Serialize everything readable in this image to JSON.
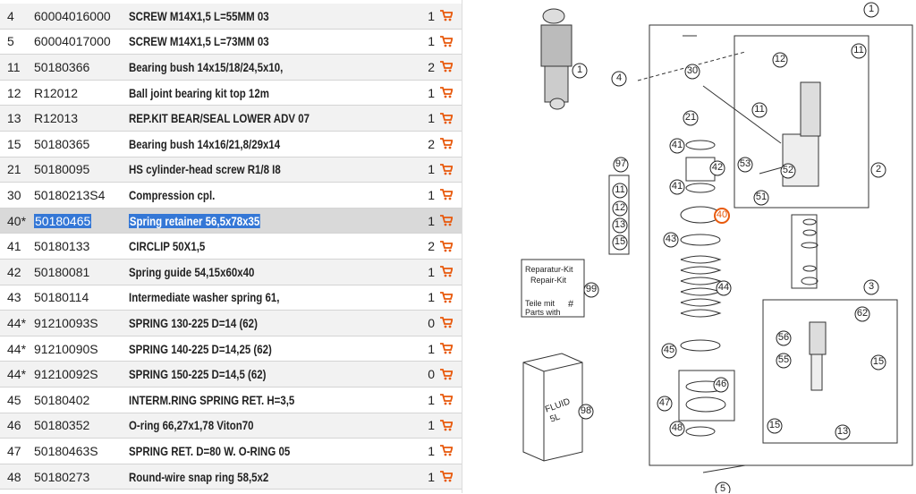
{
  "parts_table": {
    "rows": [
      {
        "pos": "4",
        "part_number": "60004016000",
        "description": "SCREW M14X1,5 L=55MM 03",
        "qty": "1"
      },
      {
        "pos": "5",
        "part_number": "60004017000",
        "description": "SCREW M14X1,5 L=73MM 03",
        "qty": "1"
      },
      {
        "pos": "11",
        "part_number": "50180366",
        "description": "Bearing bush 14x15/18/24,5x10,",
        "qty": "2"
      },
      {
        "pos": "12",
        "part_number": "R12012",
        "description": "Ball joint bearing kit top 12m",
        "qty": "1"
      },
      {
        "pos": "13",
        "part_number": "R12013",
        "description": "REP.KIT BEAR/SEAL LOWER ADV 07",
        "qty": "1"
      },
      {
        "pos": "15",
        "part_number": "50180365",
        "description": "Bearing bush 14x16/21,8/29x14",
        "qty": "2"
      },
      {
        "pos": "21",
        "part_number": "50180095",
        "description": "HS cylinder-head screw R1/8 I8",
        "qty": "1"
      },
      {
        "pos": "30",
        "part_number": "50180213S4",
        "description": "Compression cpl.",
        "qty": "1"
      },
      {
        "pos": "40*",
        "part_number": "50180465",
        "description": "Spring retainer 56,5x78x35",
        "qty": "1",
        "selected": true
      },
      {
        "pos": "41",
        "part_number": "50180133",
        "description": "CIRCLIP 50X1,5",
        "qty": "2"
      },
      {
        "pos": "42",
        "part_number": "50180081",
        "description": "Spring guide 54,15x60x40",
        "qty": "1"
      },
      {
        "pos": "43",
        "part_number": "50180114",
        "description": "Intermediate washer spring 61,",
        "qty": "1"
      },
      {
        "pos": "44*",
        "part_number": "91210093S",
        "description": "SPRING 130-225 D=14 (62)",
        "qty": "0"
      },
      {
        "pos": "44*",
        "part_number": "91210090S",
        "description": "SPRING 140-225 D=14,25 (62)",
        "qty": "1"
      },
      {
        "pos": "44*",
        "part_number": "91210092S",
        "description": "SPRING 150-225 D=14,5 (62)",
        "qty": "0"
      },
      {
        "pos": "45",
        "part_number": "50180402",
        "description": "INTERM.RING SPRING RET. H=3,5",
        "qty": "1"
      },
      {
        "pos": "46",
        "part_number": "50180352",
        "description": "O-ring 66,27x1,78 Viton70",
        "qty": "1"
      },
      {
        "pos": "47",
        "part_number": "50180463S",
        "description": "SPRING RET. D=80 W. O-RING 05",
        "qty": "1"
      },
      {
        "pos": "48",
        "part_number": "50180273",
        "description": "Round-wire snap ring 58,5x2",
        "qty": "1"
      }
    ],
    "cart_icon": "cart-icon",
    "cart_color": "#e8590c",
    "selected_color": "#3477d6"
  },
  "diagram": {
    "callouts": [
      "1",
      "1",
      "2",
      "3",
      "4",
      "5",
      "11",
      "11",
      "12",
      "13",
      "15",
      "15",
      "21",
      "30",
      "40",
      "41",
      "41",
      "42",
      "43",
      "44",
      "45",
      "46",
      "47",
      "48",
      "51",
      "52",
      "53",
      "55",
      "56",
      "62",
      "97",
      "11",
      "12",
      "13",
      "15",
      "98",
      "99"
    ],
    "hash_marks": [
      "#"
    ],
    "kit_box": {
      "line1": "Reparatur-Kit",
      "line2": "Repair-Kit",
      "line3": "Teile mit",
      "line4": "Parts with"
    },
    "fluid_label": {
      "line1": "FLUID",
      "line2": "5L"
    },
    "highlight_color": "#e8590c"
  }
}
